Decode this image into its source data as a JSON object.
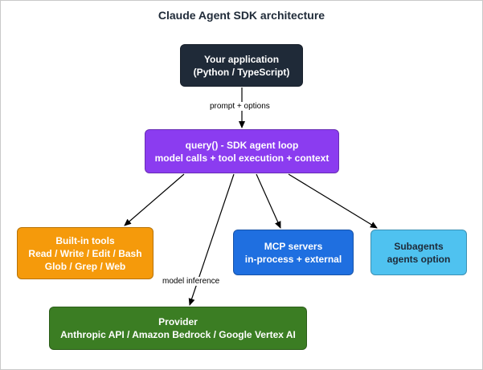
{
  "title": "Claude Agent SDK architecture",
  "nodes": {
    "app": {
      "line1": "Your application",
      "line2": "(Python / TypeScript)",
      "fill": "#1f2a38",
      "text_color": "#ffffff"
    },
    "query": {
      "line1": "query() - SDK agent loop",
      "line2": "model calls + tool execution + context",
      "fill": "#8b3cf0",
      "text_color": "#ffffff"
    },
    "tools": {
      "line1": "Built-in tools",
      "line2": "Read / Write / Edit / Bash",
      "line3": "Glob / Grep / Web",
      "fill": "#f59a0b",
      "text_color": "#ffffff"
    },
    "mcp": {
      "line1": "MCP servers",
      "line2": "in-process + external",
      "fill": "#1f6fe0",
      "text_color": "#ffffff"
    },
    "subagents": {
      "line1": "Subagents",
      "line2": "agents option",
      "fill": "#4fc2f0",
      "text_color": "#1f2a38"
    },
    "provider": {
      "line1": "Provider",
      "line2": "Anthropic API / Amazon Bedrock / Google Vertex AI",
      "fill": "#3b7d23",
      "text_color": "#ffffff"
    }
  },
  "edge_labels": {
    "app_to_query": "prompt + options",
    "query_to_provider": "model inference"
  }
}
